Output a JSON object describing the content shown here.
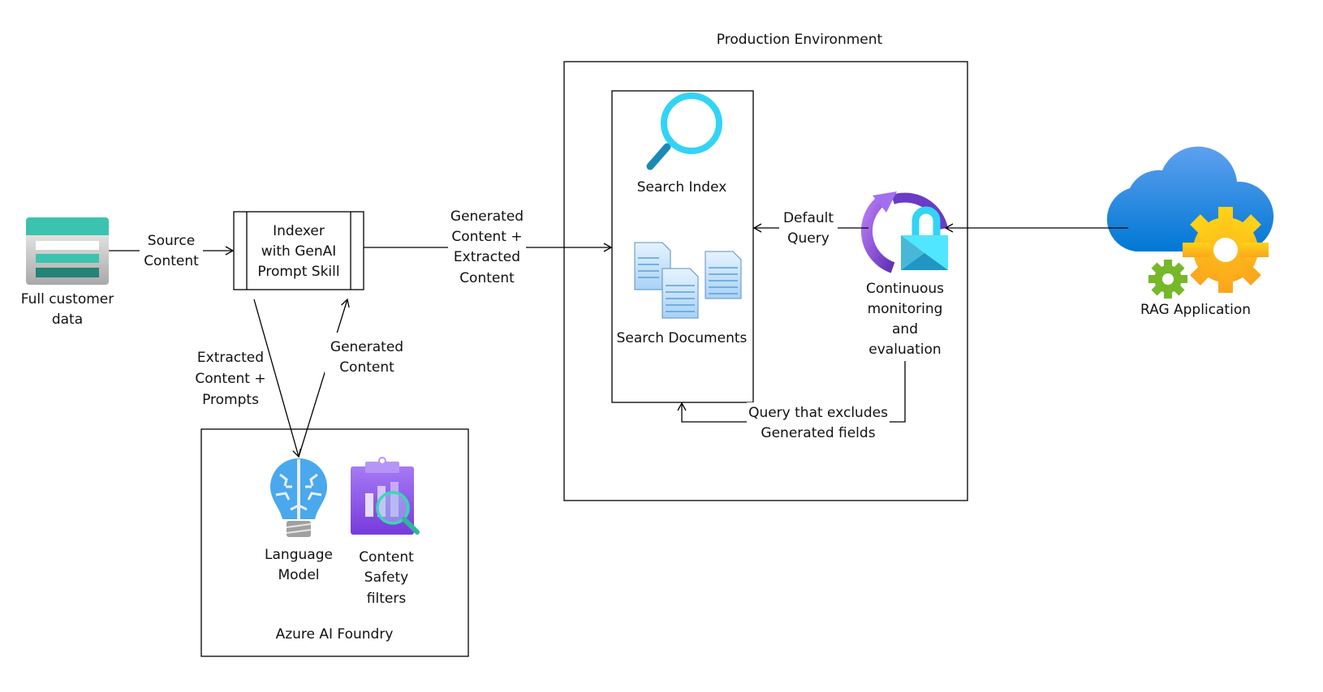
{
  "production_environment": {
    "title": "Production Environment"
  },
  "nodes": {
    "customer_data": {
      "label_lines": [
        "Full customer",
        "data"
      ],
      "icon": "storage-table-icon"
    },
    "indexer": {
      "label_lines": [
        "Indexer",
        "with GenAI",
        "Prompt Skill"
      ]
    },
    "search_index": {
      "label": "Search Index",
      "icon": "magnifier-icon"
    },
    "search_documents": {
      "label": "Search Documents",
      "icon": "documents-icon"
    },
    "monitoring": {
      "label_lines": [
        "Continuous",
        "monitoring",
        "and",
        "evaluation"
      ],
      "icon": "refresh-lock-icon"
    },
    "rag_app": {
      "label": "RAG Application",
      "icon": "cloud-gears-icon"
    },
    "language_model": {
      "label_lines": [
        "Language",
        "Model"
      ],
      "icon": "lightbulb-brain-icon"
    },
    "content_safety": {
      "label_lines": [
        "Content",
        "Safety",
        "filters"
      ],
      "icon": "clipboard-chart-icon"
    }
  },
  "foundry": {
    "title": "Azure AI Foundry"
  },
  "edges": {
    "source_content": [
      "Source",
      "Content"
    ],
    "generated_extracted": [
      "Generated",
      "Content +",
      "Extracted",
      "Content"
    ],
    "extracted_prompts": [
      "Extracted",
      "Content +",
      "Prompts"
    ],
    "generated_content": [
      "Generated",
      "Content"
    ],
    "default_query": [
      "Default",
      "Query"
    ],
    "excludes_query": [
      "Query that excludes",
      "Generated fields"
    ]
  },
  "colors": {
    "teal": "#3cc3b0",
    "cyan": "#32d4f5",
    "purple": "#8c4fe0",
    "blue": "#1f86dc",
    "gold": "#fcc419",
    "green": "#76b82a"
  }
}
